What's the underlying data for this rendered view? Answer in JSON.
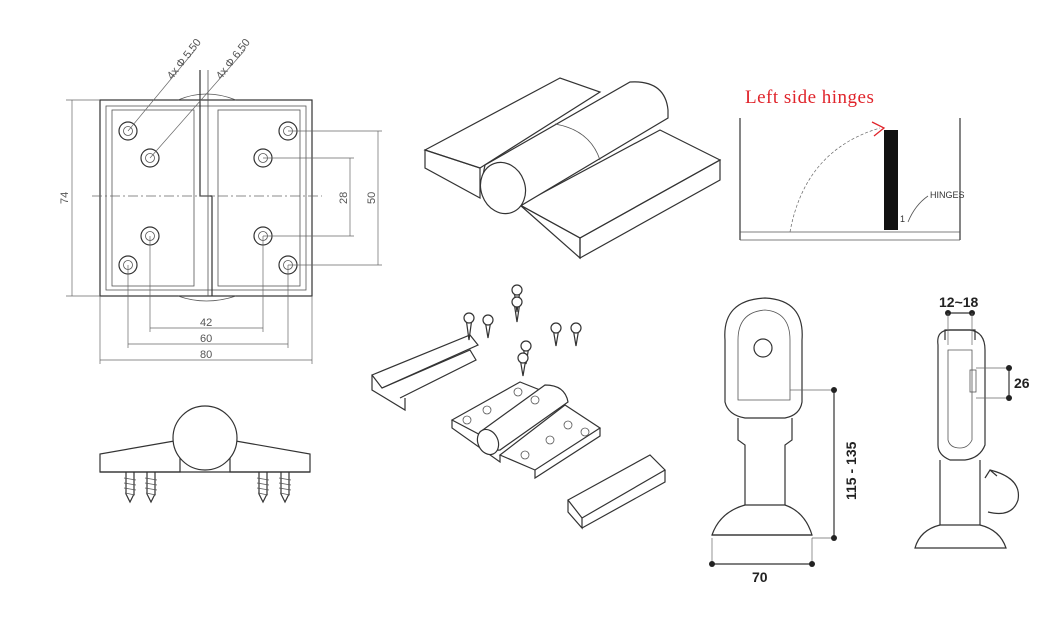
{
  "front_view": {
    "hole_label_small": "4x Φ 5.50",
    "hole_label_large": "4x Φ 6.50",
    "dim_height": "74",
    "dim_hole_span_inner": "28",
    "dim_hole_span_outer": "50",
    "dim_width_inner": "42",
    "dim_width_mid": "60",
    "dim_width_total": "80"
  },
  "door_diagram": {
    "title": "Left side hinges",
    "callout": "HINGES",
    "small_mark": "1"
  },
  "foot_front": {
    "height_range": "115 - 135",
    "base_width": "70"
  },
  "foot_side": {
    "thickness_range": "12~18",
    "slot_height": "26"
  },
  "colors": {
    "line": "#333333",
    "accent_red": "#e0242b",
    "door_panel": "#111111"
  }
}
